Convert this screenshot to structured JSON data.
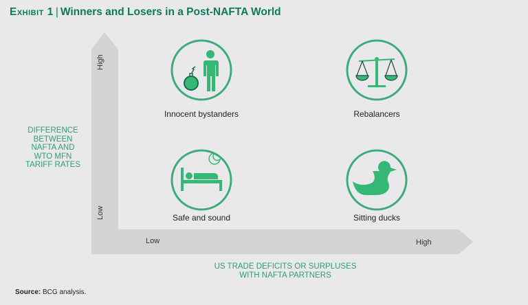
{
  "title": {
    "exhibit": "Exhibit 1",
    "separator": "|",
    "text": "Winners and Losers in a Post-NAFTA World"
  },
  "y_axis": {
    "label_lines": [
      "DIFFERENCE",
      "BETWEEN",
      "NAFTA AND",
      "WTO MFN",
      "TARIFF RATES"
    ],
    "high": "High",
    "low": "Low"
  },
  "x_axis": {
    "label_lines": [
      "US TRADE DEFICITS OR SURPLUSES",
      "WITH NAFTA PARTNERS"
    ],
    "high": "High",
    "low": "Low"
  },
  "quadrants": [
    {
      "label": "Innocent bystanders",
      "icon": "person-with-bomb-icon"
    },
    {
      "label": "Rebalancers",
      "icon": "balance-scale-icon"
    },
    {
      "label": "Safe and sound",
      "icon": "sleeping-in-bed-icon"
    },
    {
      "label": "Sitting ducks",
      "icon": "duck-icon"
    }
  ],
  "source": {
    "label": "Source:",
    "text": "BCG analysis."
  },
  "colors": {
    "title": "#0d7a5a",
    "accent": "#35b874",
    "circle": "#3dab7a",
    "axis": "#d3d3d6"
  }
}
